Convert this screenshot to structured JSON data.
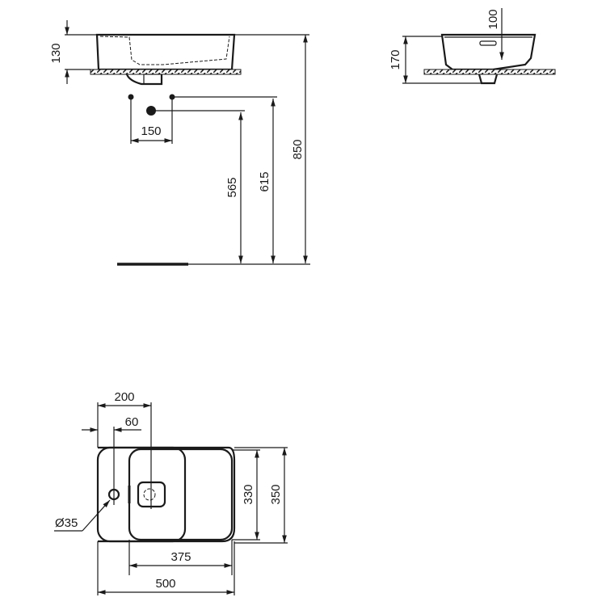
{
  "drawing": {
    "type": "technical dimension drawing - countertop washbasin",
    "units": "mm",
    "side_view": {
      "height_label": "130",
      "tap_spacing_label": "150",
      "waste_height_label": "565",
      "supply_height_label": "615",
      "rim_height_label": "850"
    },
    "front_view": {
      "overflow_depth_label": "100",
      "total_height_label": "170"
    },
    "plan_view": {
      "tap_offset_label": "200",
      "tap_hole_edge_label": "60",
      "tap_hole_diameter_label": "Ø35",
      "bowl_width_label": "375",
      "total_width_label": "500",
      "bowl_depth_label": "330",
      "total_depth_label": "350"
    }
  },
  "colors": {
    "line": "#1a1a1a",
    "background": "#ffffff"
  }
}
